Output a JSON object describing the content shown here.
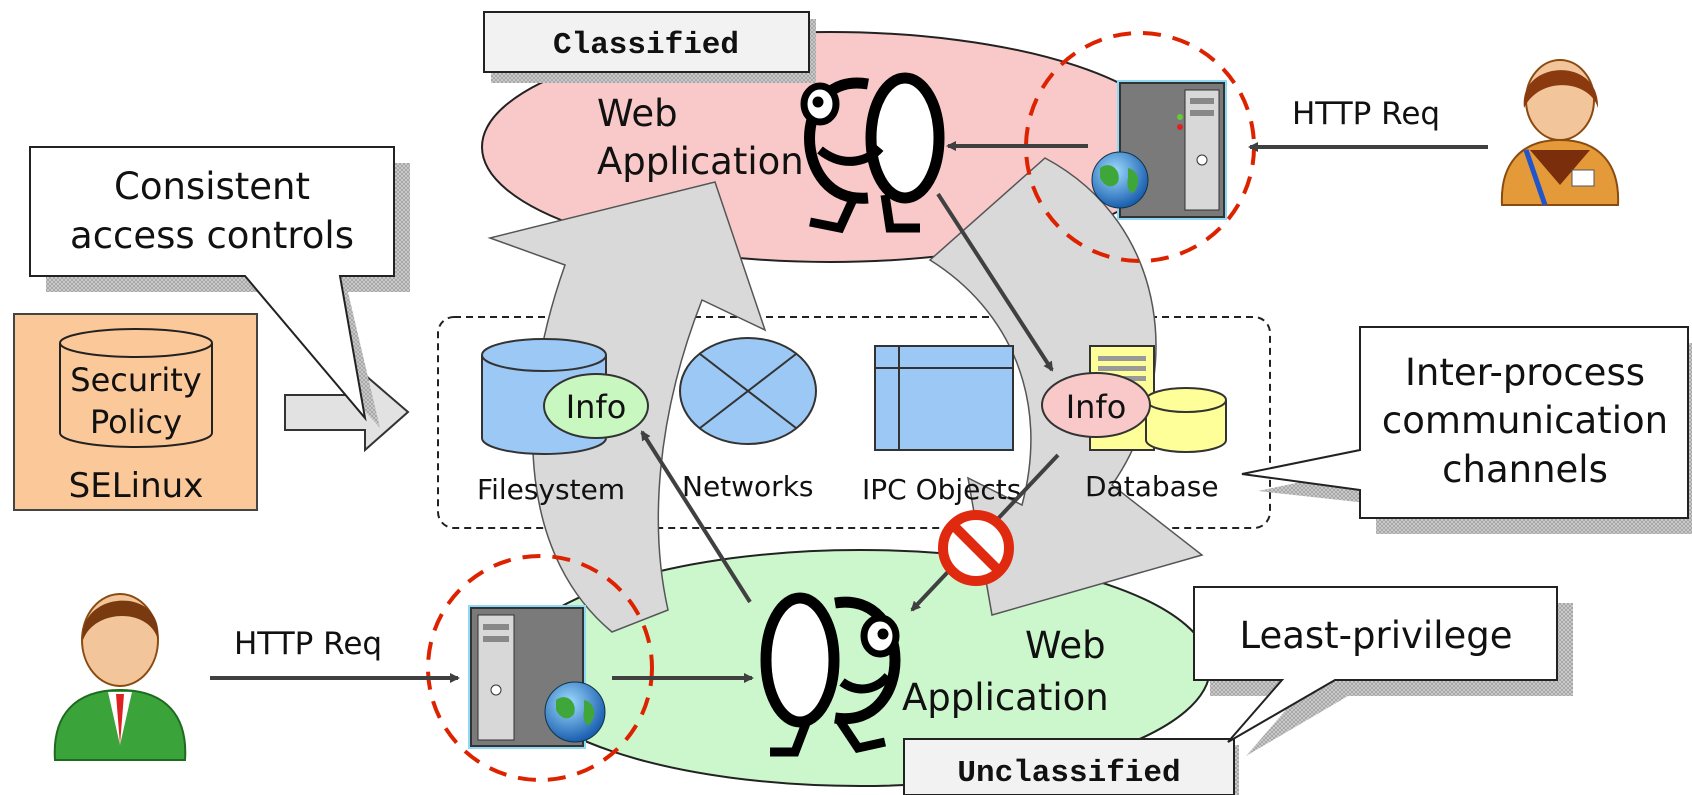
{
  "labels": {
    "classified": "Classified",
    "unclassified": "Unclassified",
    "web_app_top_1": "Web",
    "web_app_top_2": "Application",
    "web_app_bottom_1": "Web",
    "web_app_bottom_2": "Application",
    "http_req_top": "HTTP Req",
    "http_req_bottom": "HTTP Req"
  },
  "callouts": {
    "access_controls_1": "Consistent",
    "access_controls_2": "access controls",
    "ipc_1": "Inter-process",
    "ipc_2": "communication",
    "ipc_3": "channels",
    "least_privilege": "Least-privilege"
  },
  "policy": {
    "security_1": "Security",
    "security_2": "Policy",
    "selinux": "SELinux"
  },
  "resources": {
    "filesystem": "Filesystem",
    "networks": "Networks",
    "ipc_objects": "IPC Objects",
    "database": "Database",
    "info_fs": "Info",
    "info_db": "Info"
  },
  "colors": {
    "classified_fill": "#f9c9c9",
    "unclassified_fill": "#ccf7cc",
    "policy_fill": "#fbc89a",
    "resource_blue": "#9cc8f5",
    "info_green": "#c8f7c0",
    "info_pink": "#f9c9c9",
    "db_yellow": "#ffff99",
    "red_dash": "#dd2200",
    "gray_arrow": "#d9d9d9"
  }
}
